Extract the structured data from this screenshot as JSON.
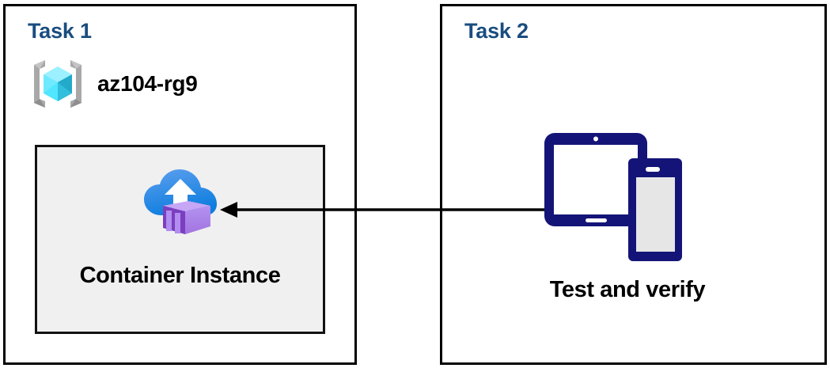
{
  "diagram": {
    "panels": [
      {
        "id": "task1",
        "title": "Task 1",
        "resource_group": {
          "icon": "azure-resource-group-icon",
          "label": "az104-rg9"
        },
        "resource": {
          "icon": "azure-container-instance-icon",
          "label": "Container Instance"
        }
      },
      {
        "id": "task2",
        "title": "Task 2",
        "devices": {
          "icon": "tablet-and-phone-devices-icon",
          "label": "Test and verify"
        }
      }
    ],
    "connector": {
      "name": "arrow-task2-to-container-instance",
      "direction": "right-to-left",
      "arrowhead": "left"
    },
    "colors": {
      "title_blue": "#1a4d80",
      "panel_border": "#000000",
      "resource_box_fill": "#f0f0f0",
      "resource_box_border": "#121212",
      "device_navy": "#141478",
      "device_screen_gray": "#e6e6e6",
      "rg_bracket_gray": "#a0a0a0",
      "rg_cube_cyan": "#50e6ff",
      "aci_cloud_blue": "#0f7ede",
      "aci_container_purple": "#a87ae8",
      "text_black": "#000000"
    }
  }
}
